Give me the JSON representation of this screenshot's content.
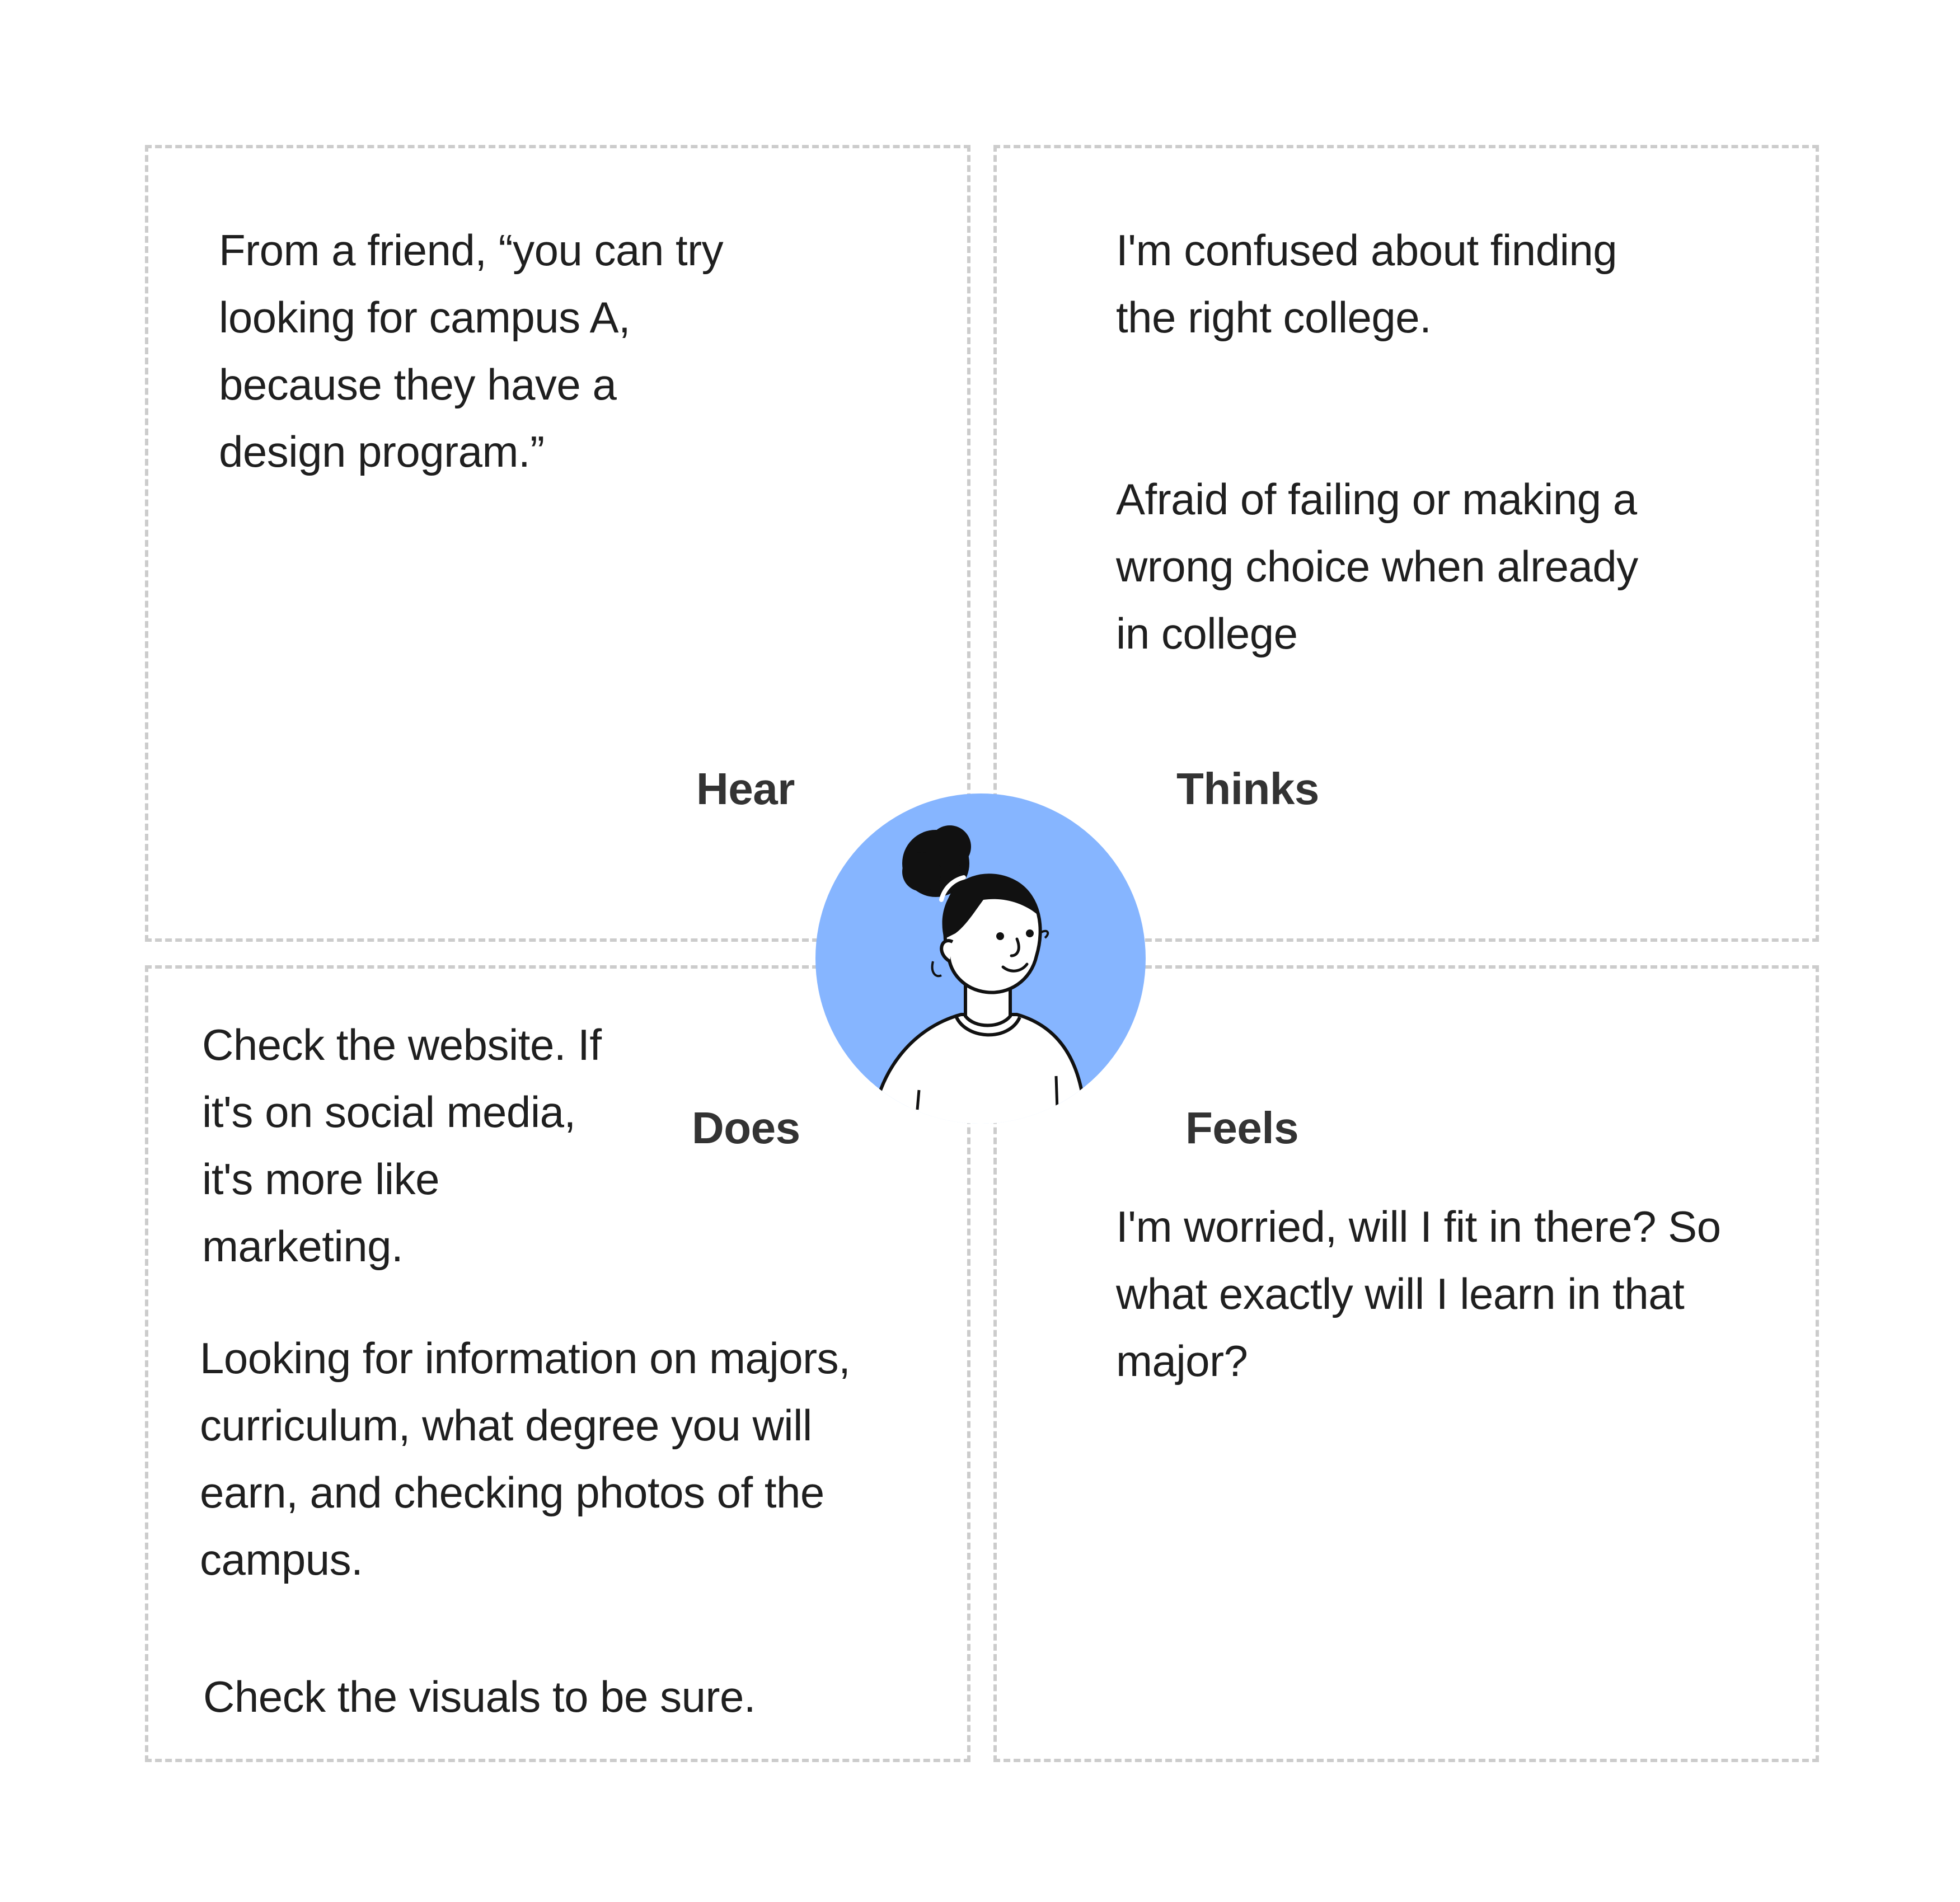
{
  "quadrants": {
    "hear": {
      "label": "Hear",
      "paragraphs": [
        "From a friend, “you can try\nlooking for campus A,\nbecause they have a\ndesign program.”"
      ]
    },
    "thinks": {
      "label": "Thinks",
      "paragraphs": [
        "I'm confused about finding\nthe right college.",
        "Afraid of failing or making a\nwrong choice when already\nin college"
      ]
    },
    "does": {
      "label": "Does",
      "paragraphs": [
        "Check the website. If\nit's on social media,\nit's more like\nmarketing.",
        "Looking for information on majors,\ncurriculum, what degree you will\nearn, and checking photos of the\ncampus.",
        "Check the visuals to be sure."
      ]
    },
    "feels": {
      "label": "Feels",
      "paragraphs": [
        "I'm worried, will I fit in there? So\nwhat exactly will I learn in that\nmajor?"
      ]
    }
  },
  "persona": {
    "icon": "persona-avatar-icon",
    "circle_color": "#86B5FF"
  },
  "colors": {
    "border": "#CCCCCC",
    "text": "#1F1F1F",
    "label": "#333333"
  }
}
